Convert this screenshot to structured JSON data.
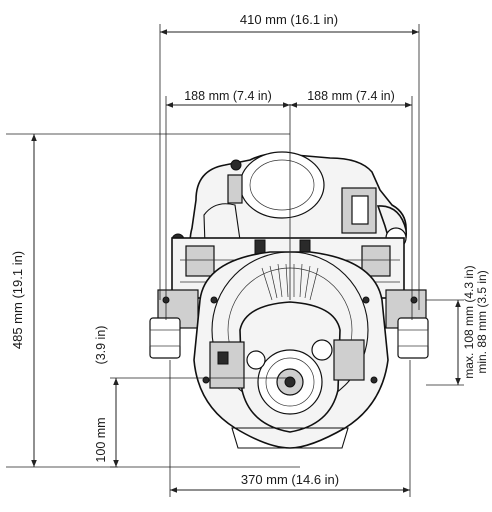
{
  "drawing": {
    "width_overall": "410 mm (16.1 in)",
    "width_left_half": "188 mm (7.4 in)",
    "width_right_half": "188 mm (7.4 in)",
    "width_mounts": "370 mm (14.6 in)",
    "height_overall": "485 mm (19.1 in)",
    "height_crank_left_a": "100 mm",
    "height_crank_left_b": "(3.9 in)",
    "height_mount_right_a": "max. 108 mm (4.3 in)",
    "height_mount_right_b": "min. 88 mm (3.5 in)"
  }
}
